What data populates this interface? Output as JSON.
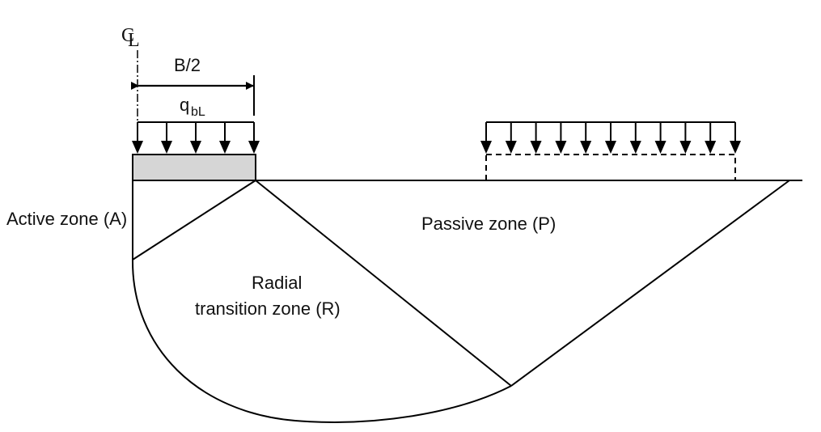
{
  "diagram": {
    "centerline_symbol": "L",
    "dimension_label": "B/2",
    "load_label": {
      "main": "q",
      "subscript": "bL"
    },
    "zones": {
      "active": "Active zone (A)",
      "radial_line1": "Radial",
      "radial_line2": "transition zone (R)",
      "passive": "Passive zone (P)"
    },
    "colors": {
      "footing_fill": "#d6d6d6",
      "line": "#000000",
      "background": "#ffffff"
    },
    "footing_load_arrow_count": 5,
    "surcharge_load_arrow_count": 11
  }
}
